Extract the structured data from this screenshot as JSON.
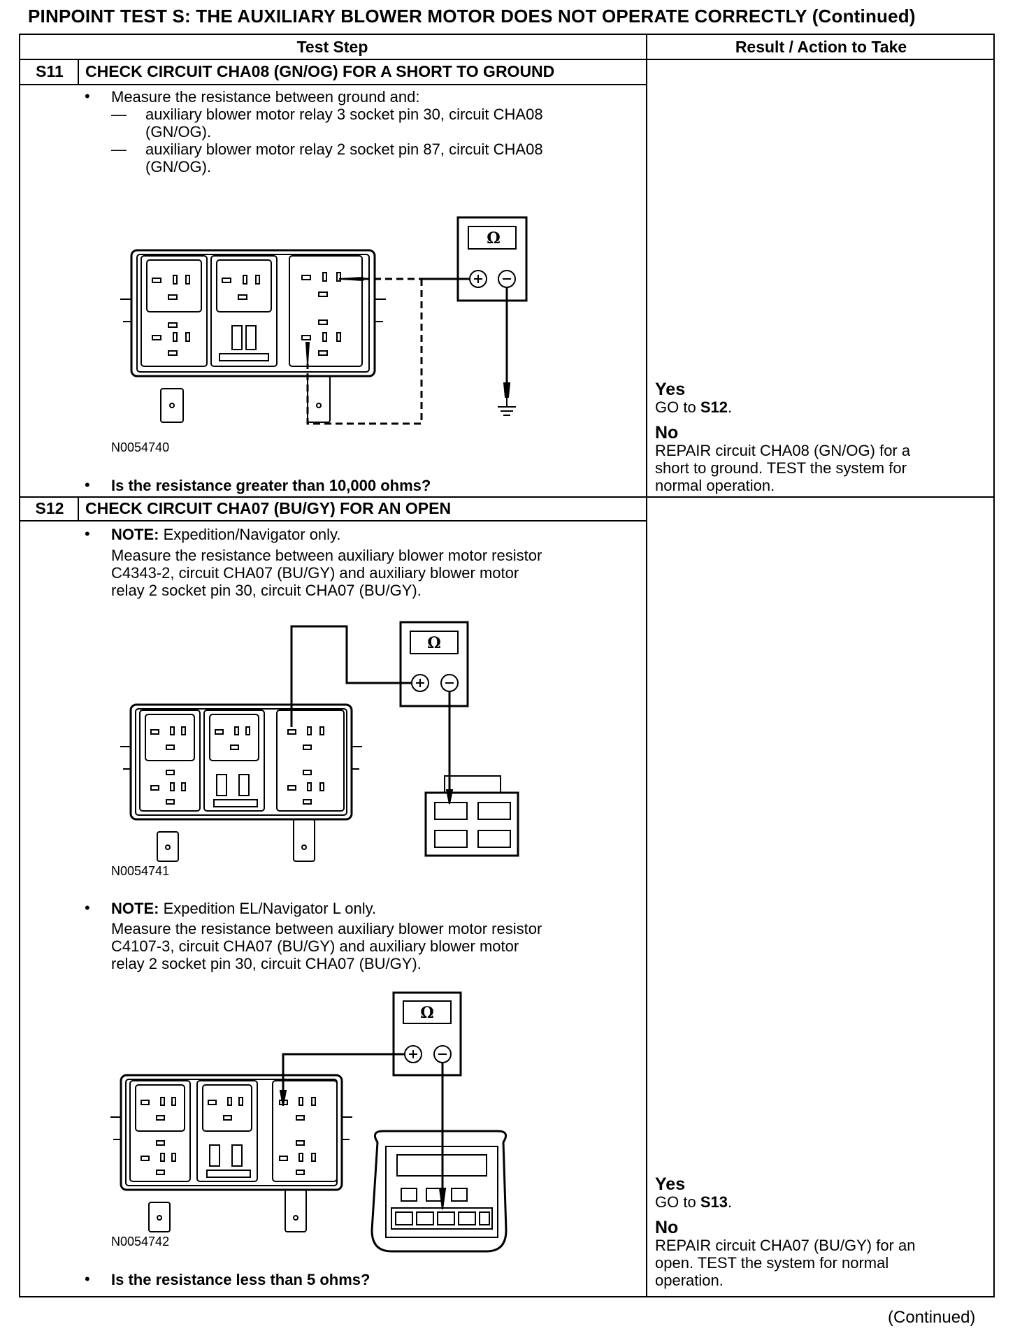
{
  "page": {
    "title": "PINPOINT TEST  S: THE AUXILIARY BLOWER MOTOR DOES NOT OPERATE CORRECTLY (Continued)",
    "footer": "(Continued)"
  },
  "table": {
    "col_test_step": "Test Step",
    "col_result": "Result / Action to Take"
  },
  "s11": {
    "id": "S11",
    "title": "CHECK CIRCUIT CHA08 (GN/OG) FOR A SHORT TO GROUND",
    "bullet": "•",
    "intro": "Measure the resistance between ground and:",
    "dash": "—",
    "item1_l1": "auxiliary blower motor relay 3 socket pin 30, circuit CHA08",
    "item1_l2": "(GN/OG).",
    "item2_l1": "auxiliary blower motor relay 2 socket pin 87, circuit CHA08",
    "item2_l2": "(GN/OG).",
    "figure_id": "N0054740",
    "ohm_symbol": "Ω",
    "question": "Is the resistance greater than 10,000 ohms?",
    "yes_label": "Yes",
    "yes_go": "GO to",
    "yes_target": "S12",
    "yes_end": ".",
    "no_label": "No",
    "no_l1": "REPAIR circuit CHA08 (GN/OG) for a",
    "no_l2": "short to ground. TEST the system for",
    "no_l3": "normal operation."
  },
  "s12": {
    "id": "S12",
    "title": "CHECK CIRCUIT CHA07 (BU/GY) FOR AN OPEN",
    "bullet": "•",
    "note_label": "NOTE:",
    "note1": "Expedition/Navigator only.",
    "meas1_l1": "Measure the resistance between auxiliary blower motor resistor",
    "meas1_l2": "C4343-2, circuit CHA07 (BU/GY) and auxiliary blower motor",
    "meas1_l3": "relay 2 socket pin 30, circuit CHA07 (BU/GY).",
    "figure1_id": "N0054741",
    "note2": "Expedition EL/Navigator L only.",
    "meas2_l1": "Measure the resistance between auxiliary blower motor resistor",
    "meas2_l2": "C4107-3, circuit CHA07 (BU/GY) and auxiliary blower motor",
    "meas2_l3": "relay 2 socket pin 30, circuit CHA07 (BU/GY).",
    "figure2_id": "N0054742",
    "ohm_symbol": "Ω",
    "question": "Is the resistance less than 5 ohms?",
    "yes_label": "Yes",
    "yes_go": "GO to",
    "yes_target": "S13",
    "yes_end": ".",
    "no_label": "No",
    "no_l1": "REPAIR circuit CHA07 (BU/GY) for an",
    "no_l2": "open. TEST the system for normal",
    "no_l3": "operation."
  }
}
